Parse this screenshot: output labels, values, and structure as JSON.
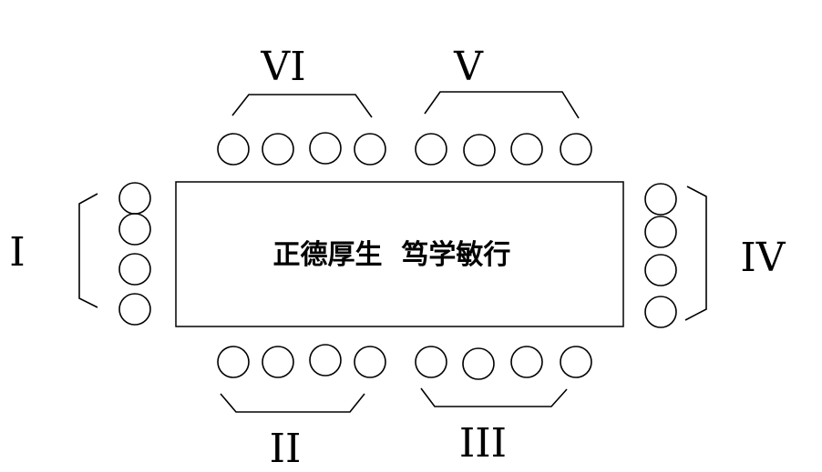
{
  "diagram": {
    "table_text": "正德厚生  笃学敏行",
    "groups": [
      {
        "id": "I",
        "label": "I",
        "seats": 4
      },
      {
        "id": "II",
        "label": "II",
        "seats": 4
      },
      {
        "id": "III",
        "label": "III",
        "seats": 4
      },
      {
        "id": "IV",
        "label": "IV",
        "seats": 4
      },
      {
        "id": "V",
        "label": "V",
        "seats": 4
      },
      {
        "id": "VI",
        "label": "VI",
        "seats": 4
      }
    ]
  }
}
